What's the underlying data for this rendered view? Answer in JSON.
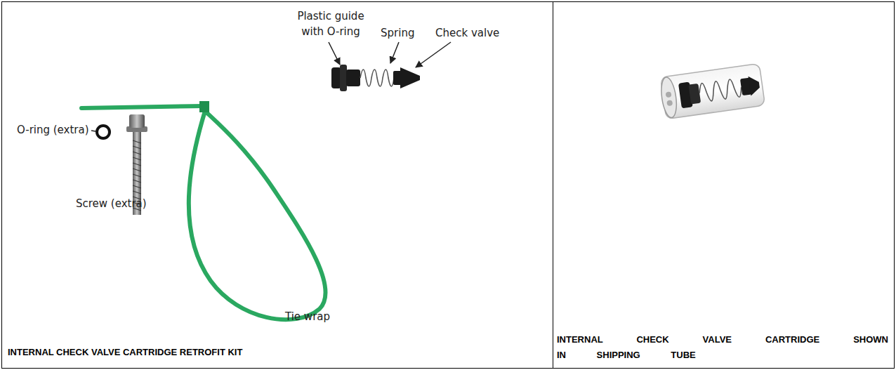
{
  "diagram": {
    "nodes": [
      {
        "text": [
          "INTERNAL CHECK VALVE CARTRIDGE RETROFIT KIT"
        ]
      },
      {
        "text": [
          "INTERNAL CHECK VALVE CARTRIDGE SHOWN IN SHIPPING TUBE"
        ]
      }
    ],
    "labels": [
      "Plastic guide with O-ring",
      "Spring",
      "Check valve",
      "O-ring (extra)",
      "Screw (extra)",
      "Tie wrap"
    ]
  }
}
